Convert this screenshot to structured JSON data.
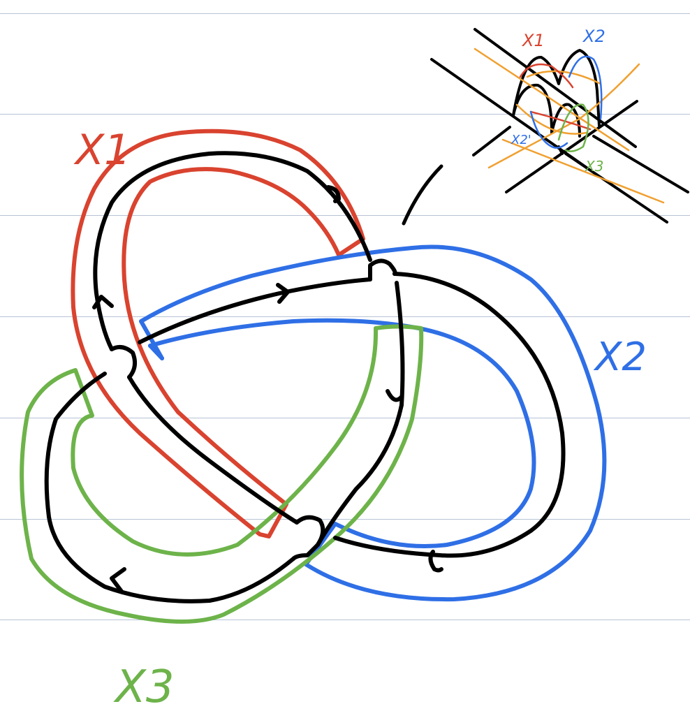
{
  "page": {
    "background": "#ffffff",
    "ruled_line_color": "#b7c3d6"
  },
  "colors": {
    "knot": "#000000",
    "x1": "#d9432f",
    "x2": "#2f6fe6",
    "x3": "#6db34a",
    "inset_orange": "#f0a030"
  },
  "labels": {
    "x1_main": "X1",
    "x2_main": "X2",
    "x3_main": "X3",
    "x1_inset": "X1",
    "x2_inset": "X2",
    "x2_prime_inset": "X2'",
    "x3_inset": "X3"
  },
  "icons": {
    "orientation_arrows": "arrow-icon"
  }
}
